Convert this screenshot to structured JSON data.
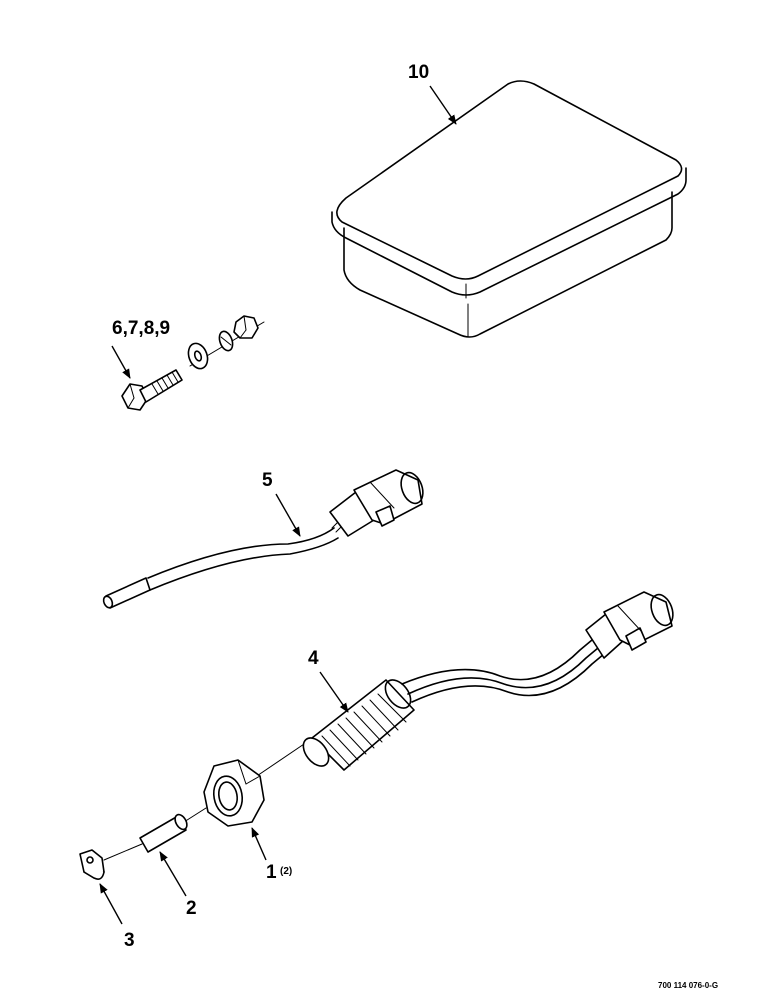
{
  "callouts": {
    "c10": "10",
    "c6789": "6,7,8,9",
    "c5": "5",
    "c4": "4",
    "c1": "1",
    "c1_qty": "(2)",
    "c2": "2",
    "c3": "3"
  },
  "document_number": "700 114 076-0-G"
}
